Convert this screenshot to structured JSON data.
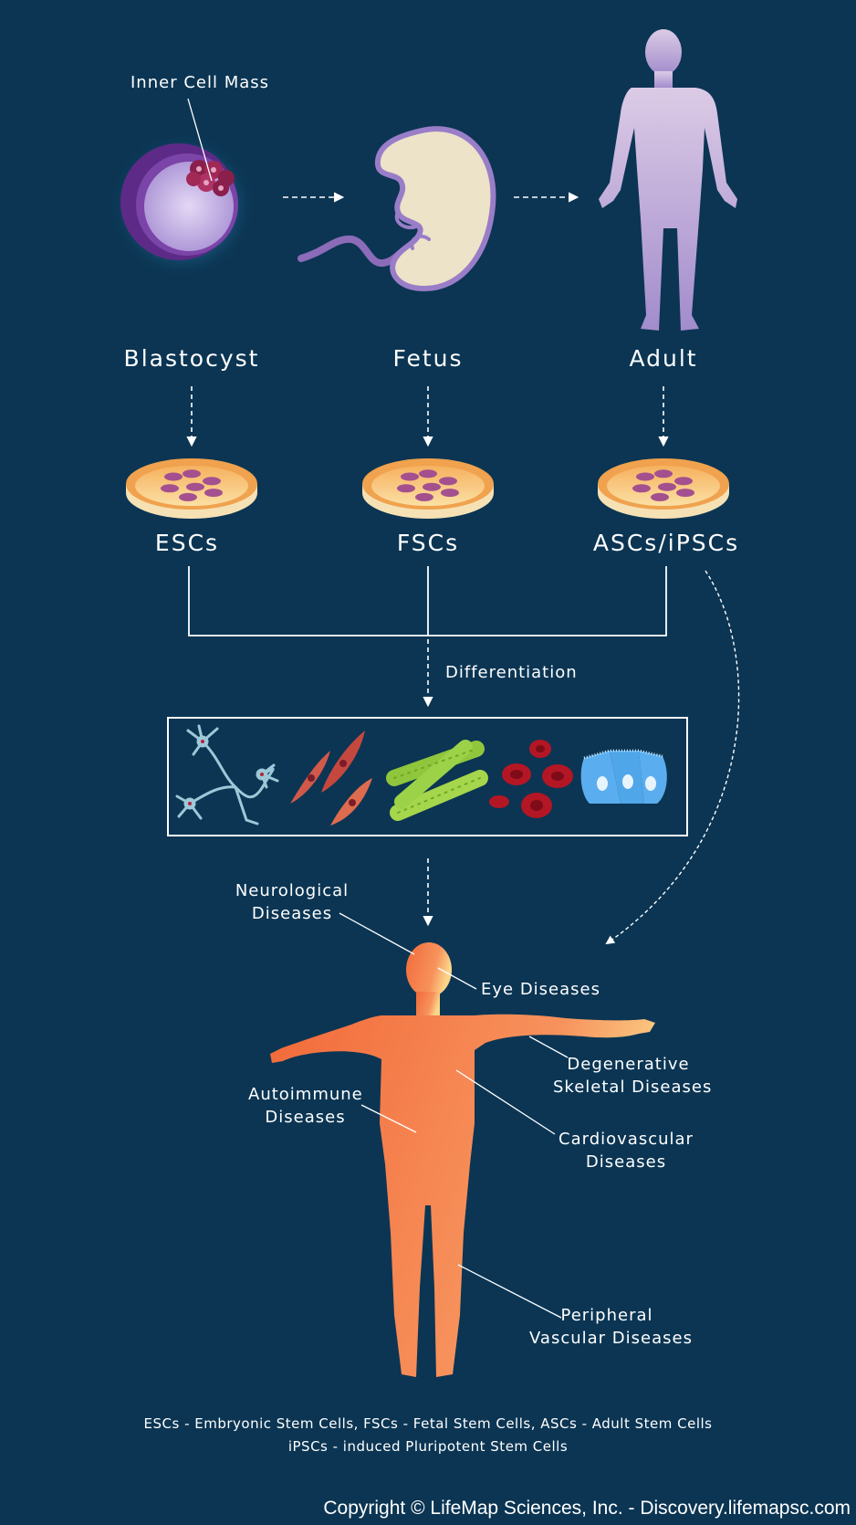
{
  "labels": {
    "inner_cell_mass": "Inner Cell Mass",
    "blastocyst": "Blastocyst",
    "fetus": "Fetus",
    "adult": "Adult",
    "escs": "ESCs",
    "fscs": "FSCs",
    "ascs_ipscs": "ASCs/iPSCs",
    "differentiation": "Differentiation"
  },
  "diseases": {
    "neurological_1": "Neurological",
    "neurological_2": "Diseases",
    "eye": "Eye Diseases",
    "degenerative_1": "Degenerative",
    "degenerative_2": "Skeletal Diseases",
    "autoimmune_1": "Autoimmune",
    "autoimmune_2": "Diseases",
    "cardiovascular_1": "Cardiovascular",
    "cardiovascular_2": "Diseases",
    "peripheral_1": "Peripheral",
    "peripheral_2": "Vascular Diseases"
  },
  "legend": {
    "line1": "ESCs - Embryonic Stem Cells, FSCs - Fetal Stem Cells, ASCs - Adult Stem Cells",
    "line2": "iPSCs - induced Pluripotent Stem Cells"
  },
  "copyright": "Copyright © LifeMap Sciences, Inc. - Discovery.lifemapsc.com",
  "colors": {
    "background": "#0b3553",
    "blastocyst_fill": "#c4b2e4",
    "blastocyst_rim": "#6d3a96",
    "fetus_fill": "#ede3c8",
    "adult_fill": "#c9b3dc",
    "dish_orange": "#f0a24e",
    "dish_cells": "#a4508f",
    "body_orange": "#f47a45",
    "neuron": "#9cc8d8",
    "muscle": "#9bd248",
    "blood": "#b31624",
    "epithelium": "#4fa6e8"
  }
}
